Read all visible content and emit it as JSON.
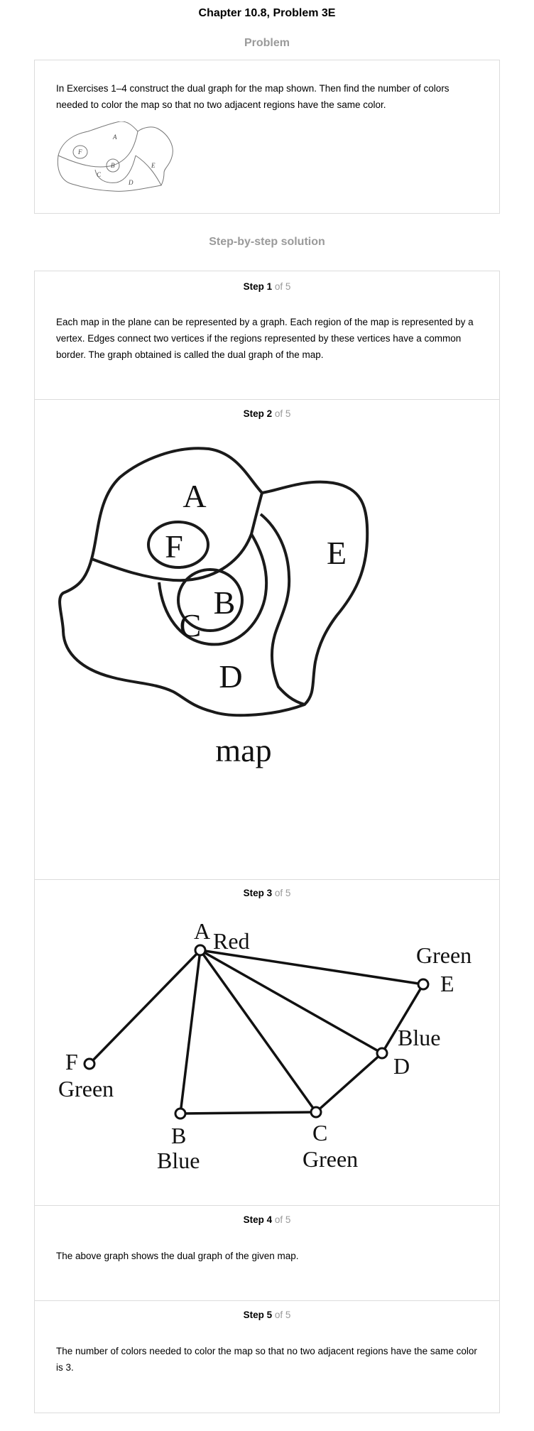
{
  "page": {
    "title": "Chapter 10.8, Problem 3E"
  },
  "problem": {
    "heading": "Problem",
    "text": "In Exercises 1–4 construct the dual graph for the map shown. Then find the number of colors needed to color the map so that no two adjacent regions have the same color.",
    "figure_labels": [
      "A",
      "B",
      "C",
      "D",
      "E",
      "F"
    ]
  },
  "solution": {
    "heading": "Step-by-step solution",
    "of_total": "of 5",
    "steps": [
      {
        "label": "Step",
        "number": "1",
        "text": "Each map in the plane can be represented by a graph. Each region of the map is represented by a vertex. Edges connect two vertices if the regions represented by these vertices have a common border. The graph obtained is called the dual graph of the map."
      },
      {
        "label": "Step",
        "number": "2",
        "map_labels": {
          "a": "A",
          "b": "B",
          "c": "C",
          "d": "D",
          "e": "E",
          "f": "F"
        },
        "caption": "map"
      },
      {
        "label": "Step",
        "number": "3",
        "graph": {
          "vertices": [
            {
              "name": "A",
              "color": "Red"
            },
            {
              "name": "B",
              "color": "Blue"
            },
            {
              "name": "C",
              "color": "Green"
            },
            {
              "name": "D",
              "color": "Blue"
            },
            {
              "name": "E",
              "color": "Green"
            },
            {
              "name": "F",
              "color": "Green"
            }
          ],
          "edges": [
            [
              "A",
              "F"
            ],
            [
              "A",
              "B"
            ],
            [
              "A",
              "C"
            ],
            [
              "A",
              "D"
            ],
            [
              "A",
              "E"
            ],
            [
              "B",
              "C"
            ],
            [
              "C",
              "D"
            ],
            [
              "D",
              "E"
            ]
          ]
        }
      },
      {
        "label": "Step",
        "number": "4",
        "text": "The above graph shows the dual graph of the given map."
      },
      {
        "label": "Step",
        "number": "5",
        "text": "The number of colors needed to color the map so that no two adjacent regions have the same color is 3."
      }
    ]
  }
}
